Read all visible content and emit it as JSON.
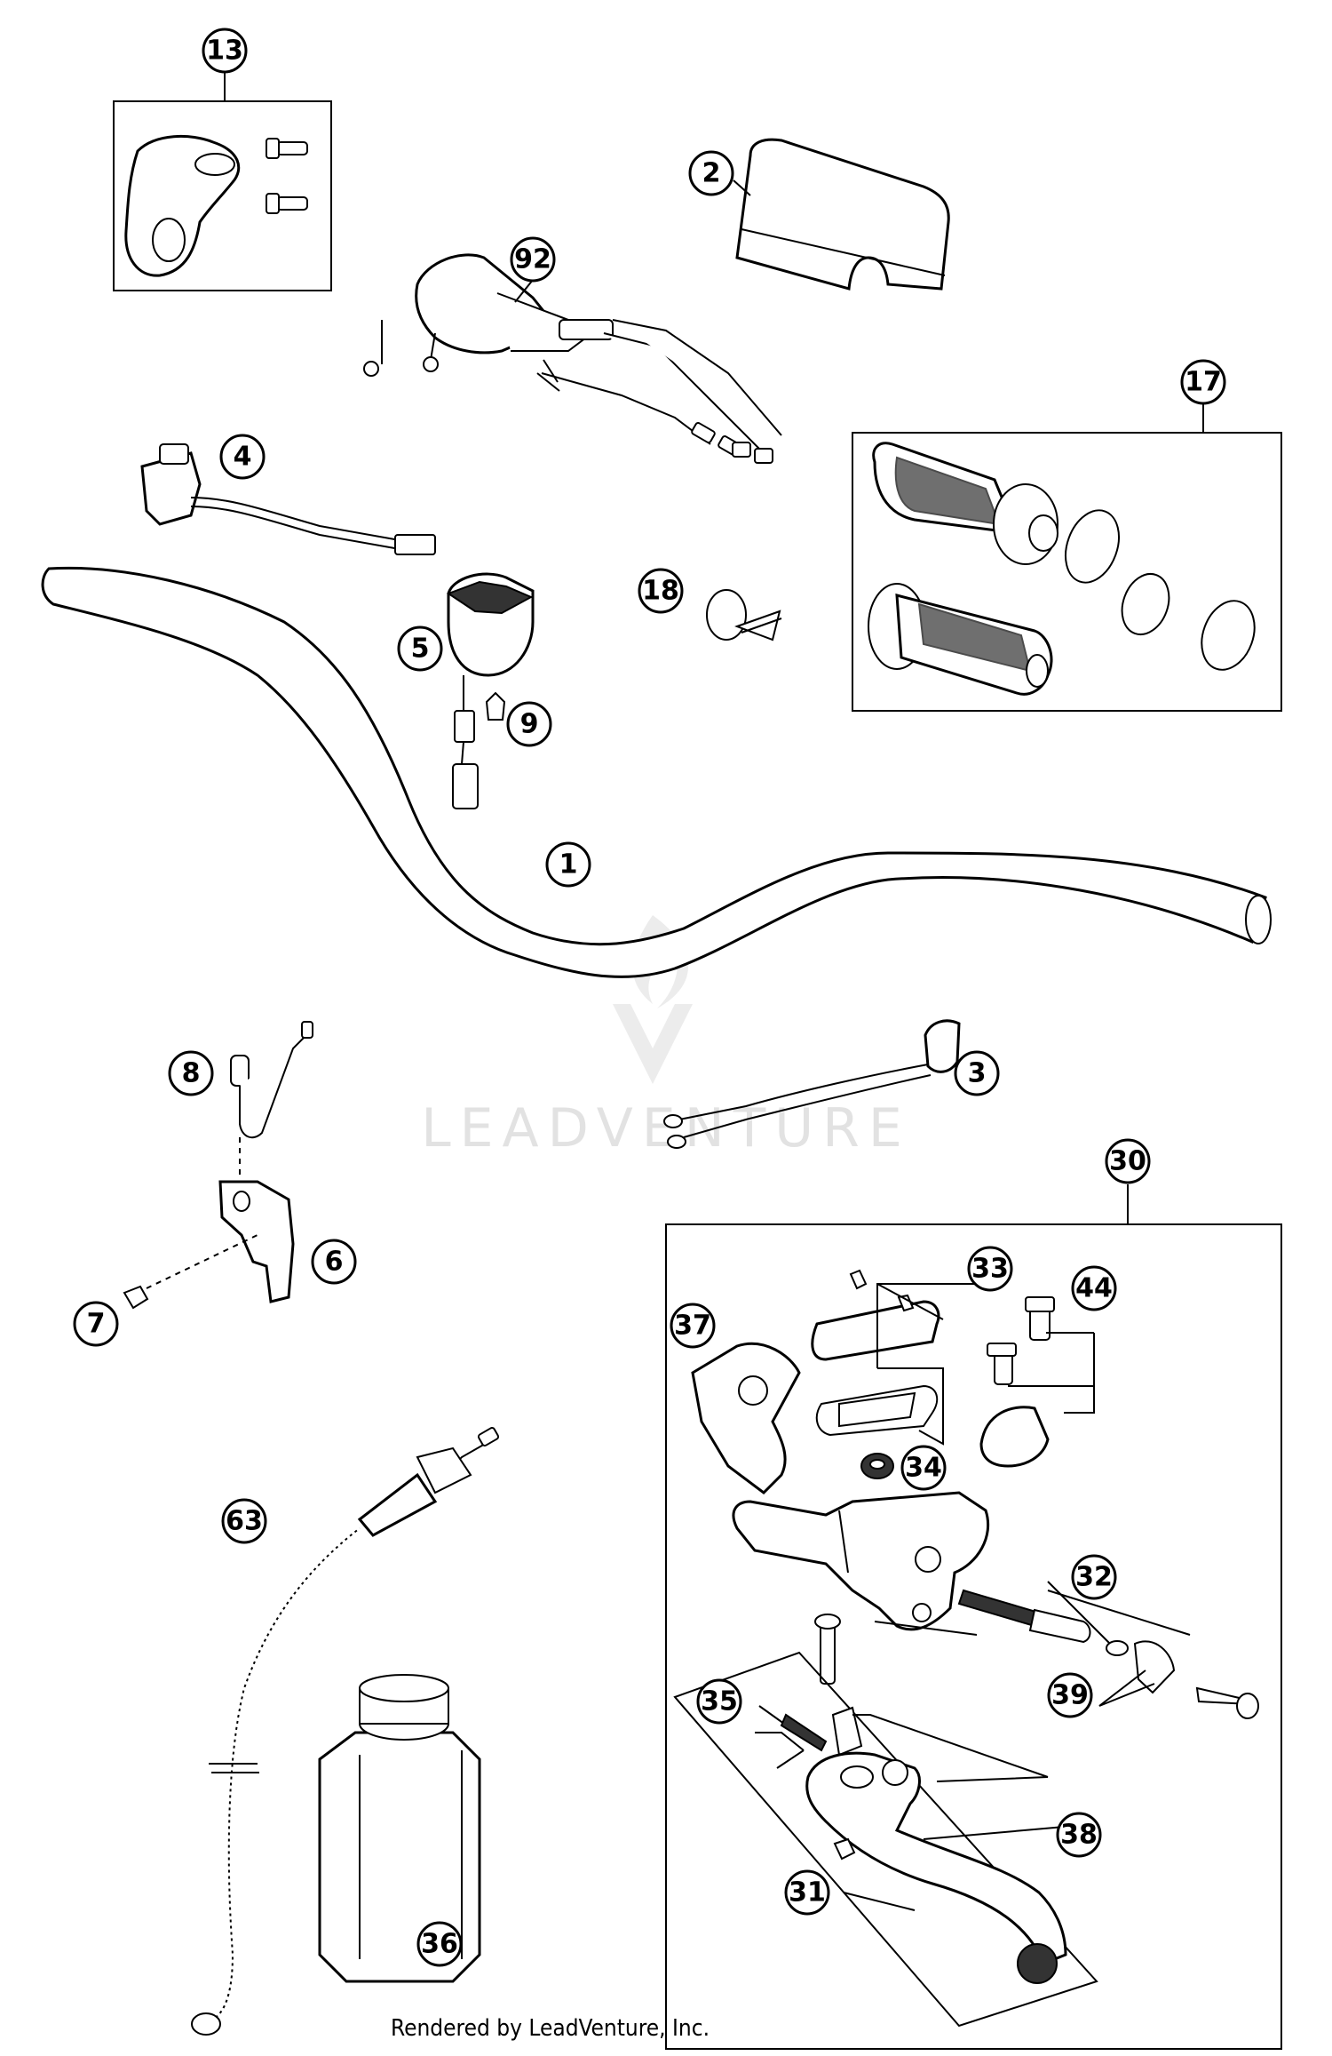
{
  "watermark": {
    "brand": "LEADVENTURE"
  },
  "footer": {
    "credit": "Rendered by LeadVenture, Inc."
  },
  "callouts": {
    "c1": "1",
    "c2": "2",
    "c3": "3",
    "c4": "4",
    "c5": "5",
    "c6": "6",
    "c7": "7",
    "c8": "8",
    "c9": "9",
    "c13": "13",
    "c17": "17",
    "c18": "18",
    "c30": "30",
    "c31": "31",
    "c32": "32",
    "c33": "33",
    "c34": "34",
    "c35": "35",
    "c36": "36",
    "c37": "37",
    "c38": "38",
    "c39": "39",
    "c44": "44",
    "c63": "63",
    "c92": "92"
  }
}
